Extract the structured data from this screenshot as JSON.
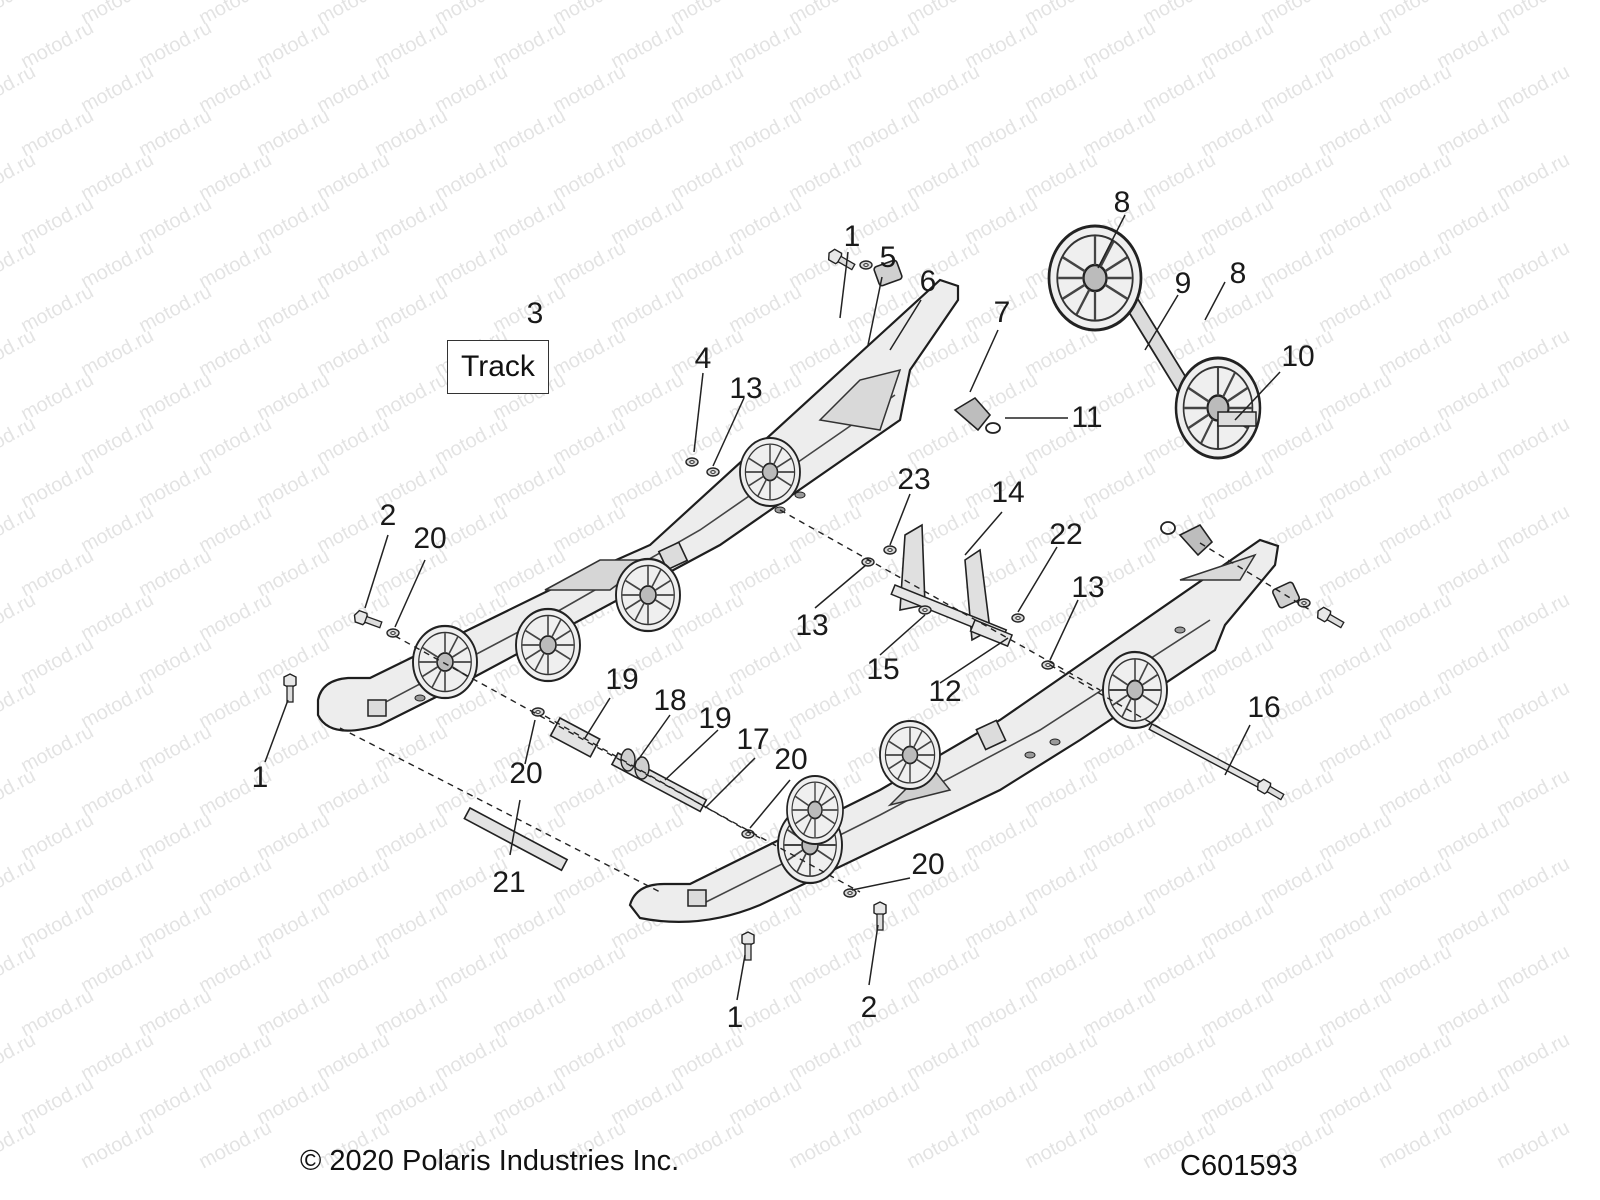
{
  "watermark": "motod.ru",
  "track_label": "Track",
  "callouts": [
    {
      "key": "c1a",
      "text": "1"
    },
    {
      "key": "c5",
      "text": "5"
    },
    {
      "key": "c6",
      "text": "6"
    },
    {
      "key": "c7",
      "text": "7"
    },
    {
      "key": "c8a",
      "text": "8"
    },
    {
      "key": "c9",
      "text": "9"
    },
    {
      "key": "c8b",
      "text": "8"
    },
    {
      "key": "c10",
      "text": "10"
    },
    {
      "key": "c11",
      "text": "11"
    },
    {
      "key": "c3",
      "text": "3"
    },
    {
      "key": "c4",
      "text": "4"
    },
    {
      "key": "c13a",
      "text": "13"
    },
    {
      "key": "c23",
      "text": "23"
    },
    {
      "key": "c14",
      "text": "14"
    },
    {
      "key": "c22",
      "text": "22"
    },
    {
      "key": "c13b",
      "text": "13"
    },
    {
      "key": "c13c",
      "text": "13"
    },
    {
      "key": "c15",
      "text": "15"
    },
    {
      "key": "c12",
      "text": "12"
    },
    {
      "key": "c2a",
      "text": "2"
    },
    {
      "key": "c20a",
      "text": "20"
    },
    {
      "key": "c1b",
      "text": "1"
    },
    {
      "key": "c20b",
      "text": "20"
    },
    {
      "key": "c19a",
      "text": "19"
    },
    {
      "key": "c18",
      "text": "18"
    },
    {
      "key": "c19b",
      "text": "19"
    },
    {
      "key": "c17",
      "text": "17"
    },
    {
      "key": "c20c",
      "text": "20"
    },
    {
      "key": "c21",
      "text": "21"
    },
    {
      "key": "c16",
      "text": "16"
    },
    {
      "key": "c20d",
      "text": "20"
    },
    {
      "key": "c1c",
      "text": "1"
    },
    {
      "key": "c2b",
      "text": "2"
    }
  ],
  "footer": {
    "copyright": "© 2020 Polaris Industries Inc.",
    "figure_code": "C601593"
  }
}
